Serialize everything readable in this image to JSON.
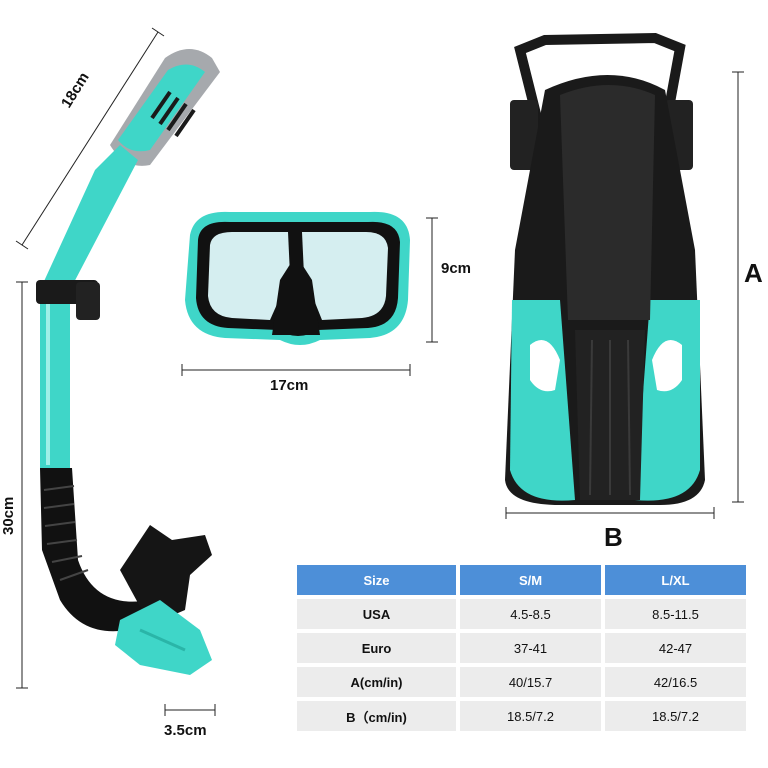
{
  "dimensions": {
    "snorkel_top": "18cm",
    "snorkel_length": "30cm",
    "mouthpiece_width": "3.5cm",
    "mask_height": "9cm",
    "mask_width": "17cm",
    "fin_a": "A",
    "fin_b": "B"
  },
  "colors": {
    "accent": "#3fd6c8",
    "dark": "#1a1a1a",
    "header": "#4d8fd8",
    "cell": "#ececec"
  },
  "size_table": {
    "headers": [
      "Size",
      "S/M",
      "L/XL"
    ],
    "rows": [
      [
        "USA",
        "4.5-8.5",
        "8.5-11.5"
      ],
      [
        "Euro",
        "37-41",
        "42-47"
      ],
      [
        "A(cm/in)",
        "40/15.7",
        "42/16.5"
      ],
      [
        "B（cm/in)",
        "18.5/7.2",
        "18.5/7.2"
      ]
    ]
  }
}
